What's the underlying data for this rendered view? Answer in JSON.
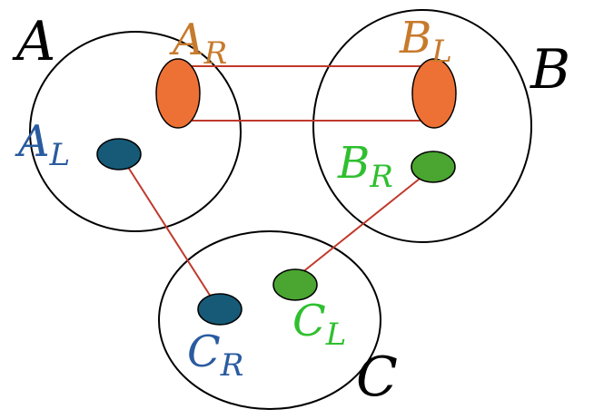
{
  "colors": {
    "outline": "#000000",
    "edge": "#c0392b",
    "orange_fill": "#ed7134",
    "orange_text": "#c77a2c",
    "blue_fill": "#165a78",
    "blue_text": "#2a5b9f",
    "green_fill": "#4aa531",
    "green_text": "#2fbf2f"
  },
  "sets": {
    "A": {
      "label": "A"
    },
    "B": {
      "label": "B"
    },
    "C": {
      "label": "C"
    }
  },
  "nodes": {
    "A_R": {
      "main": "A",
      "sub": "R"
    },
    "A_L": {
      "main": "A",
      "sub": "L"
    },
    "B_L": {
      "main": "B",
      "sub": "L"
    },
    "B_R": {
      "main": "B",
      "sub": "R"
    },
    "C_R": {
      "main": "C",
      "sub": "R"
    },
    "C_L": {
      "main": "C",
      "sub": "L"
    }
  }
}
